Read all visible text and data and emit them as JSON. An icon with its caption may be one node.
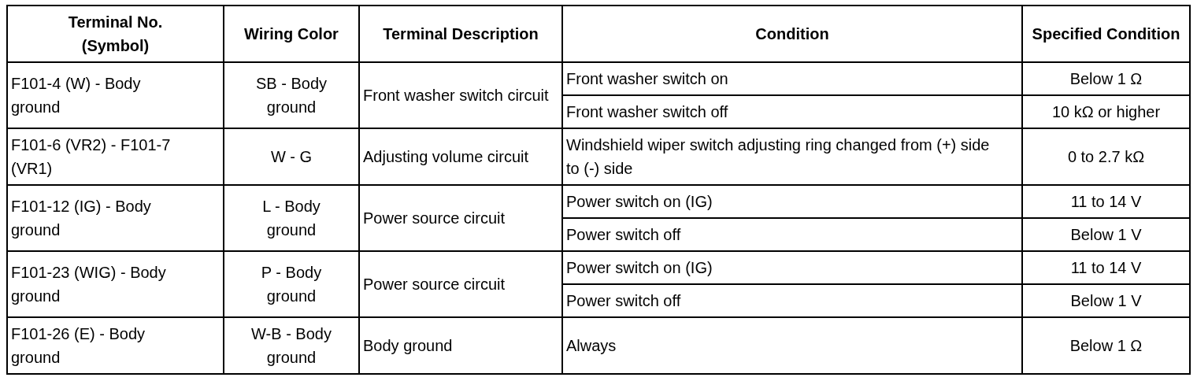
{
  "diagram": {
    "labels": [
      "Terminal No. (Symbol)",
      "Wiring Color",
      "Terminal Description",
      "Condition",
      "Specified Condition",
      "F101-4 (W) - Body ground",
      "SB - Body ground",
      "Front washer switch circuit",
      "Front washer switch on",
      "Below 1 Ω",
      "Front washer switch off",
      "10 kΩ or higher",
      "F101-6 (VR2) - F101-7 (VR1)",
      "W - G",
      "Adjusting volume circuit",
      "Windshield wiper switch adjusting ring changed from (+) side to (-) side",
      "0 to 2.7 kΩ",
      "F101-12 (IG) - Body ground",
      "L - Body ground",
      "Power source circuit",
      "Power switch on (IG)",
      "11 to 14 V",
      "Power switch off",
      "Below 1 V",
      "F101-23 (WIG) - Body ground",
      "P - Body ground",
      "Power source circuit",
      "Power switch on (IG)",
      "11 to 14 V",
      "Power switch off",
      "Below 1 V",
      "F101-26 (E) - Body ground",
      "W-B - Body ground",
      "Body ground",
      "Always",
      "Below 1 Ω"
    ]
  }
}
